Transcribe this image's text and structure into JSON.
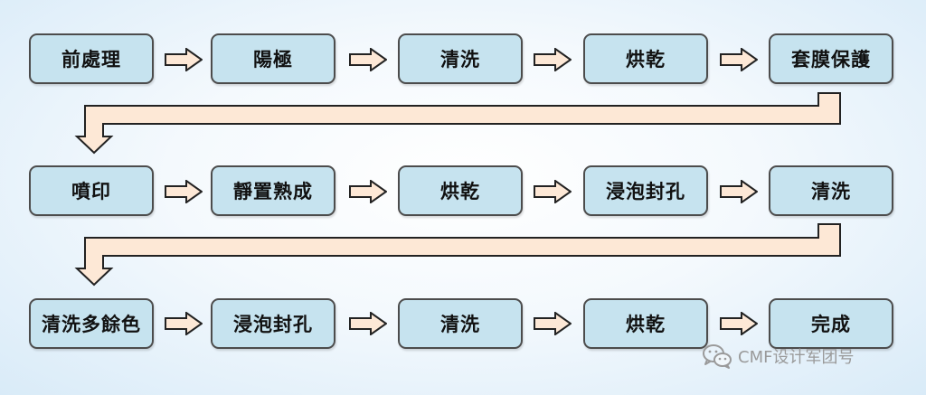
{
  "diagram": {
    "rows": [
      [
        "前處理",
        "陽極",
        "清洗",
        "烘乾",
        "套膜保護"
      ],
      [
        "噴印",
        "靜置熟成",
        "烘乾",
        "浸泡封孔",
        "清洗"
      ],
      [
        "清洗多餘色",
        "浸泡封孔",
        "清洗",
        "烘乾",
        "完成"
      ]
    ]
  },
  "watermark": {
    "text": "CMF设计军团号",
    "icon": "wechat-icon"
  },
  "colors": {
    "box_fill": "#c6e3ef",
    "box_border": "#4c4c4c",
    "arrow_fill": "#fde8d6"
  }
}
